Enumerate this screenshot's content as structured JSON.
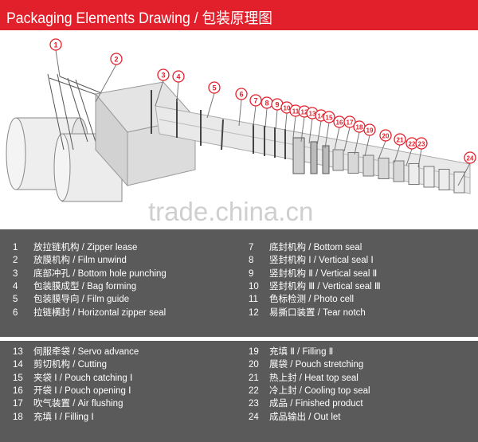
{
  "header": {
    "title": "Packaging  Elements Drawing / 包装原理图"
  },
  "watermark": "trade.china.cn",
  "colors": {
    "header": "#e2202c",
    "legend_bg": "#5a5a5a",
    "label_circle": "#e2202c"
  },
  "diagram_labels": [
    "1",
    "2",
    "3",
    "4",
    "5",
    "6",
    "7",
    "8",
    "9",
    "10",
    "11",
    "12",
    "13",
    "14",
    "15",
    "16",
    "17",
    "18",
    "19",
    "20",
    "21",
    "22",
    "23",
    "24"
  ],
  "legend": {
    "group1": [
      {
        "num": "1",
        "text": "放拉链机构 / Zipper lease"
      },
      {
        "num": "2",
        "text": "放膜机构 / Film unwind"
      },
      {
        "num": "3",
        "text": "底部冲孔 / Bottom hole punching"
      },
      {
        "num": "4",
        "text": "包装膜成型 / Bag forming"
      },
      {
        "num": "5",
        "text": "包装膜导向 / Film guide"
      },
      {
        "num": "6",
        "text": "拉链横封 / Horizontal zipper seal"
      },
      {
        "num": "7",
        "text": "底封机构 / Bottom seal"
      },
      {
        "num": "8",
        "text": "竖封机构 Ⅰ / Vertical seal Ⅰ"
      },
      {
        "num": "9",
        "text": "竖封机构 Ⅱ / Vertical seal Ⅱ"
      },
      {
        "num": "10",
        "text": "竖封机构 Ⅲ / Vertical seal Ⅲ"
      },
      {
        "num": "11",
        "text": "色标检测 / Photo cell"
      },
      {
        "num": "12",
        "text": "易撕口装置 / Tear notch"
      }
    ],
    "group2": [
      {
        "num": "13",
        "text": "伺服牵袋 / Servo advance"
      },
      {
        "num": "14",
        "text": "剪切机构 / Cutting"
      },
      {
        "num": "15",
        "text": "夹袋 Ⅰ / Pouch catching Ⅰ"
      },
      {
        "num": "16",
        "text": "开袋 Ⅰ / Pouch opening Ⅰ"
      },
      {
        "num": "17",
        "text": "吹气装置 / Air flushing"
      },
      {
        "num": "18",
        "text": "充填 Ⅰ / Filling Ⅰ"
      },
      {
        "num": "19",
        "text": "充填 Ⅱ / Filling Ⅱ"
      },
      {
        "num": "20",
        "text": "展袋 / Pouch stretching"
      },
      {
        "num": "21",
        "text": "热上封 / Heat top seal"
      },
      {
        "num": "22",
        "text": "冷上封 / Cooling top seal"
      },
      {
        "num": "23",
        "text": "成品 / Finished product"
      },
      {
        "num": "24",
        "text": "成品输出 / Out let"
      }
    ]
  }
}
